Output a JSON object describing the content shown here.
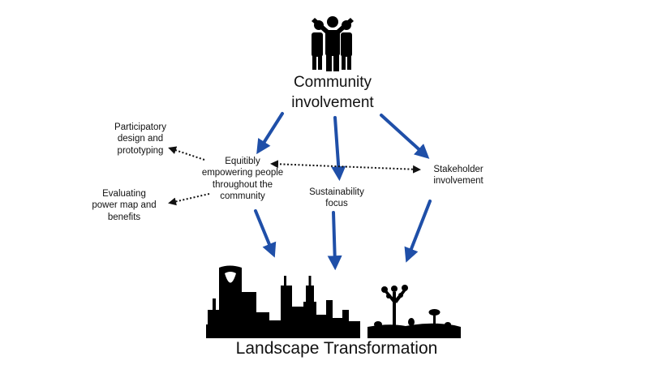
{
  "nodes": {
    "community": {
      "line1": "Community",
      "line2": "involvement"
    },
    "participatory": {
      "line1": "Participatory",
      "line2": "design and",
      "line3": "prototyping"
    },
    "evaluating": {
      "line1": "Evaluating",
      "line2": "power map and",
      "line3": "benefits"
    },
    "equitibly": {
      "line1": "Equitibly",
      "line2": "empowering people",
      "line3": "throughout the",
      "line4": "community"
    },
    "sustainability": {
      "line1": "Sustainability",
      "line2": "focus"
    },
    "stakeholder": {
      "line1": "Stakeholder",
      "line2": "involvement"
    },
    "landscape": {
      "label": "Landscape Transformation"
    }
  },
  "icons": {
    "people": "people-group-icon",
    "city": "city-skyline-icon",
    "desert": "desert-landscape-icon"
  },
  "colors": {
    "arrow": "#1f4fa8",
    "dotted": "#111111",
    "silhouette": "#000000"
  }
}
